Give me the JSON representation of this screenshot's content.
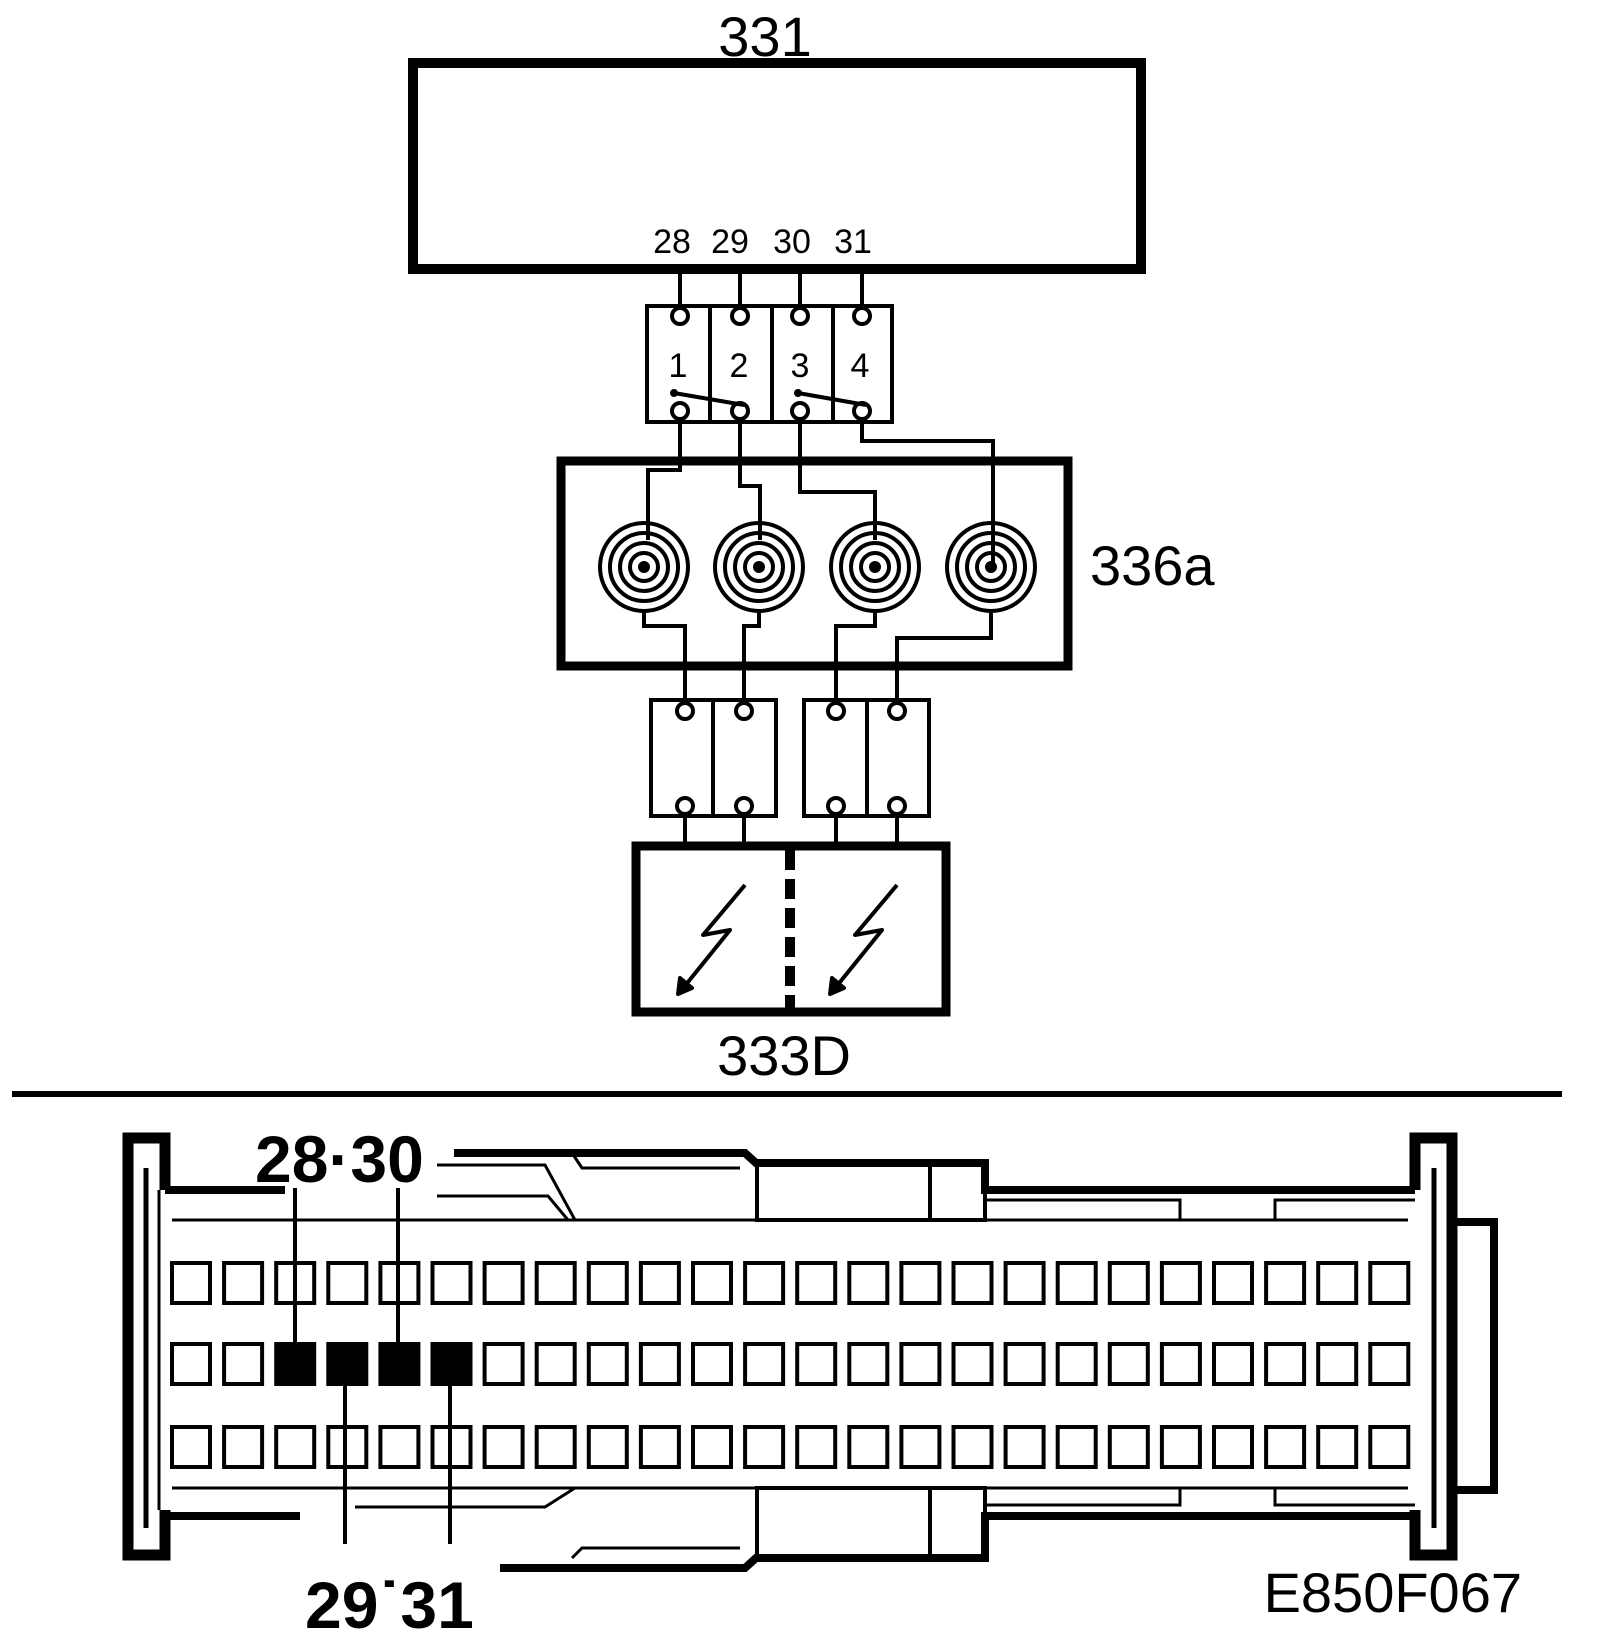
{
  "components": {
    "module_331": {
      "label": "331"
    },
    "clock_spring": {
      "label": "336a"
    },
    "airbag_333d": {
      "label": "333D"
    }
  },
  "module_pins": [
    "28",
    "29",
    "30",
    "31"
  ],
  "connector_pins": [
    "1",
    "2",
    "3",
    "4"
  ],
  "lower_connector": {
    "top_label": "28·30",
    "bottom_label": "29˙31",
    "highlighted_pins": [
      "28",
      "29",
      "30",
      "31"
    ]
  },
  "figure_code": "E850F067",
  "colors": {
    "line": "#000000",
    "background": "#ffffff"
  }
}
